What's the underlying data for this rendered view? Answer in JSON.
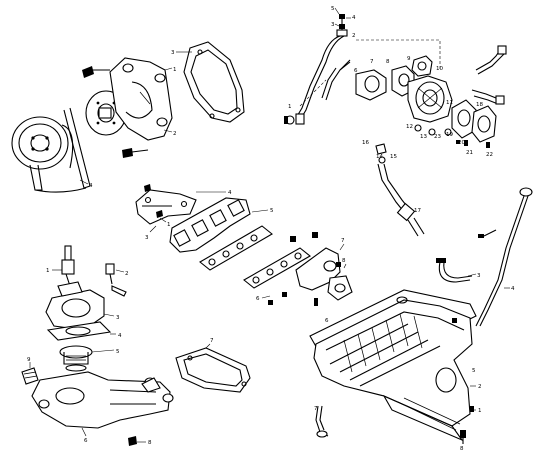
{
  "labels": {
    "pump_1": "1",
    "pump_2": "2",
    "pump_3": "3",
    "pump_4": "4",
    "exh_1": "1",
    "exh_3": "3",
    "exh_4": "4",
    "exh_5": "5",
    "exh_6": "6",
    "exh_7": "7",
    "exh_8": "8",
    "turbo_1": "1",
    "turbo_2": "2",
    "turbo_3": "3",
    "turbo_4": "4",
    "turbo_5": "5",
    "turbo_6": "6",
    "turbo_7": "7",
    "turbo_8": "8",
    "turbo_9": "9",
    "turbo_10": "10",
    "turbo_11": "11",
    "turbo_12": "12",
    "turbo_13": "13",
    "turbo_14": "14",
    "turbo_15": "15",
    "turbo_16": "16",
    "turbo_17": "17",
    "turbo_18": "18",
    "turbo_19": "19",
    "turbo_20": "20",
    "turbo_21": "21",
    "turbo_22": "22",
    "turbo_23": "23",
    "thermo_1": "1",
    "thermo_2": "2",
    "thermo_3": "3",
    "thermo_4": "4",
    "thermo_5": "5",
    "thermo_6": "6",
    "thermo_7": "7",
    "thermo_8": "8",
    "thermo_9": "9",
    "sump_1": "1",
    "sump_2": "2",
    "sump_3": "3",
    "sump_4": "4",
    "sump_5": "5",
    "sump_6": "6",
    "sump_7": "7",
    "sump_8": "8"
  }
}
